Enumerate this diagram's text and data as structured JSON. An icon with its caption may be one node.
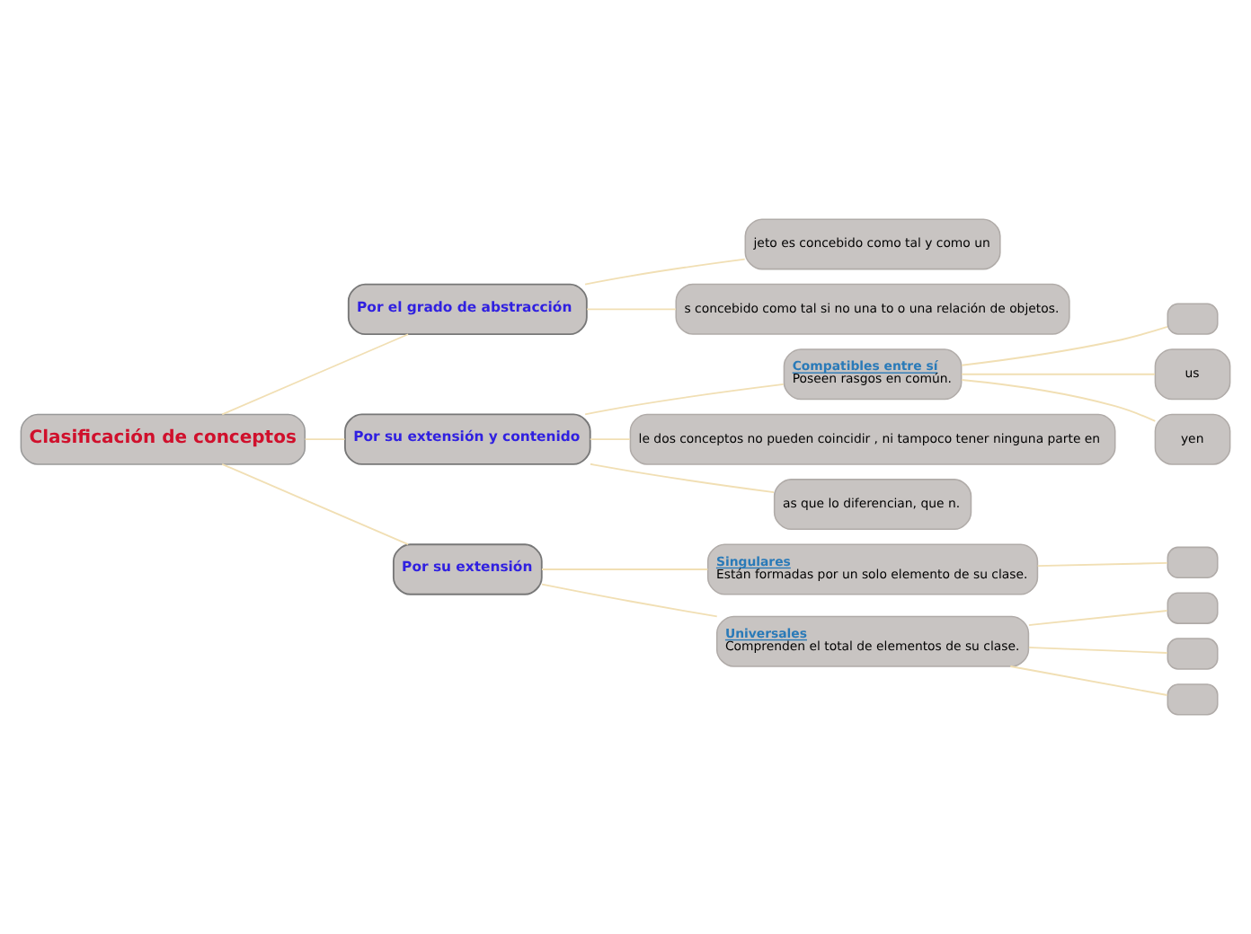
{
  "diagram": {
    "nodes": [
      {
        "text": [
          "Clasificación de conceptos"
        ]
      },
      {
        "text": [
          "Por el grado de abstracción"
        ]
      },
      {
        "text": [
          "jeto es concebido como tal y como un"
        ]
      },
      {
        "text": [
          "s concebido como tal si no una to o una relación de objetos."
        ]
      },
      {
        "text": [
          "Por su extensión y contenido"
        ]
      },
      {
        "text": [
          "Compatibles entre sí",
          "Poseen rasgos en común."
        ]
      },
      {
        "text": [],
        "shape": "box"
      },
      {
        "text": [
          "us"
        ]
      },
      {
        "text": [
          "yen"
        ]
      },
      {
        "text": [
          "le dos conceptos no pueden coincidir , ni tampoco tener ninguna parte en"
        ]
      },
      {
        "text": [
          "as que lo diferencian, que n."
        ]
      },
      {
        "text": [
          "Por su extensión"
        ]
      },
      {
        "text": [
          "Singulares",
          "Están formadas por un solo elemento de su clase."
        ]
      },
      {
        "text": [],
        "shape": "box"
      },
      {
        "text": [
          "Universales",
          "Comprenden el total de elementos de su clase."
        ]
      },
      {
        "text": [],
        "shape": "box"
      },
      {
        "text": [],
        "shape": "box"
      },
      {
        "text": [],
        "shape": "box"
      }
    ],
    "edges": [
      {
        "from": 0,
        "to": 1,
        "arrow": "none"
      },
      {
        "from": 1,
        "to": 2,
        "arrow": "none"
      },
      {
        "from": 1,
        "to": 3,
        "arrow": "none"
      },
      {
        "from": 0,
        "to": 4,
        "arrow": "none"
      },
      {
        "from": 4,
        "to": 5,
        "arrow": "none"
      },
      {
        "from": 5,
        "to": 6,
        "arrow": "none"
      },
      {
        "from": 5,
        "to": 7,
        "arrow": "none"
      },
      {
        "from": 5,
        "to": 8,
        "arrow": "none"
      },
      {
        "from": 4,
        "to": 9,
        "arrow": "none"
      },
      {
        "from": 4,
        "to": 10,
        "arrow": "none"
      },
      {
        "from": 0,
        "to": 11,
        "arrow": "none"
      },
      {
        "from": 11,
        "to": 12,
        "arrow": "none"
      },
      {
        "from": 12,
        "to": 13,
        "arrow": "none"
      },
      {
        "from": 11,
        "to": 14,
        "arrow": "none"
      },
      {
        "from": 14,
        "to": 15,
        "arrow": "none"
      },
      {
        "from": 14,
        "to": 16,
        "arrow": "none"
      },
      {
        "from": 14,
        "to": 17,
        "arrow": "none"
      }
    ]
  }
}
